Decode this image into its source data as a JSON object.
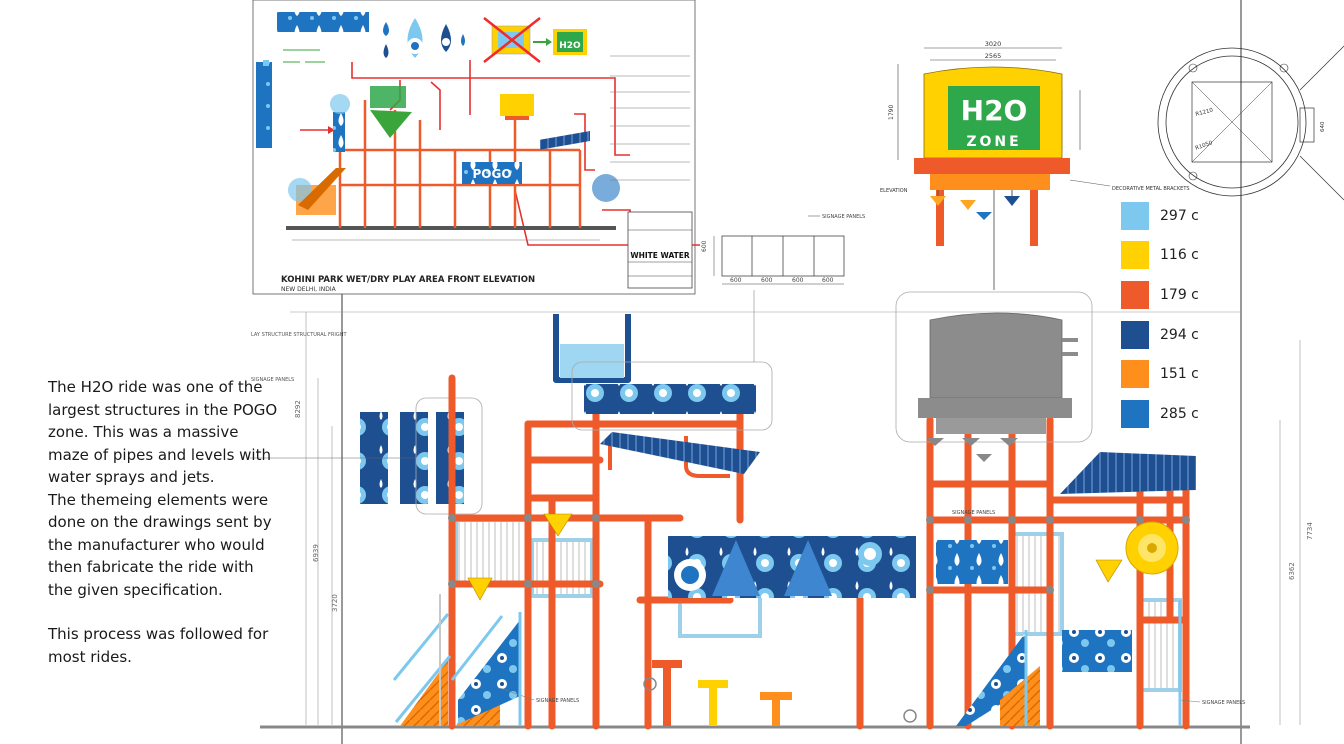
{
  "description": {
    "paragraph_1": "The H2O ride was one of the largest structures in the POGO zone. This was a massive maze of pipes and levels with water sprays and jets.",
    "paragraph_2": "The themeing elements were done on the drawings sent by the manufacturer who would then fabricate the ride with the given specification.",
    "paragraph_3": "This process was followed for most rides."
  },
  "color_swatches": [
    {
      "label": "297 c",
      "color": "#7dc8ee"
    },
    {
      "label": "116 c",
      "color": "#ffd100"
    },
    {
      "label": "179 c",
      "color": "#ef5a2b"
    },
    {
      "label": "294 c",
      "color": "#1d4f91"
    },
    {
      "label": "151 c",
      "color": "#ff8f1c"
    },
    {
      "label": "285 c",
      "color": "#1f74c2"
    }
  ],
  "elevation_sheet": {
    "title": "KOHINI PARK WET/DRY PLAY AREA FRONT ELEVATION",
    "location": "NEW DELHI, INDIA",
    "company": "WHITE WATER"
  },
  "tank_logo": {
    "line_1": "H2O",
    "line_2": "ZONE"
  },
  "pogo_sign": "POGO",
  "dimensions": {
    "tank_width_outer": "3020",
    "tank_width_inner": "2565",
    "tank_height": "1790",
    "panel_height": "600",
    "panel_widths": [
      "600",
      "600",
      "600",
      "600"
    ],
    "overall_height_left": "8292",
    "level_a": "6939",
    "level_b": "3720",
    "overall_height_right": "7734",
    "height_right_2": "6362",
    "ring_d1": "R1210",
    "ring_d2": "R1050",
    "ring_h": "640"
  },
  "annotations": {
    "signage_panels": "SIGNAGE PANELS",
    "elevation": "ELEVATION",
    "decorative_brackets": "DECORATIVE METAL BRACKETS",
    "lay_structure": "LAY STRUCTURE STRUCTURAL FRIGHT",
    "signage_panels_small": "SIGNAGE PANELS"
  },
  "colors": {
    "pipe_orange": "#ef5a2b",
    "panel_blue": "#1d4f91",
    "light_blue": "#7dc8ee",
    "yellow": "#ffd100",
    "rail_blue": "#9fd0ea"
  }
}
